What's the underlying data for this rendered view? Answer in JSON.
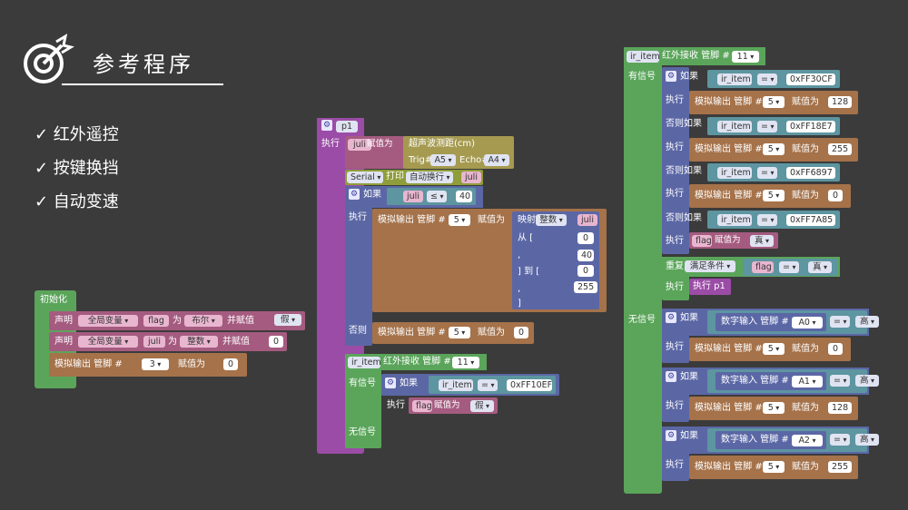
{
  "header": {
    "title": "参考程序"
  },
  "bullets": [
    "✓ 红外遥控",
    "✓ 按键换挡",
    "✓ 自动变速"
  ],
  "init": {
    "label": "初始化",
    "r1": {
      "declare": "声明",
      "scope": "全局变量",
      "var": "flag",
      "as": "为",
      "type": "布尔",
      "assign": "并赋值",
      "value": "假"
    },
    "r2": {
      "declare": "声明",
      "scope": "全局变量",
      "var": "juli",
      "as": "为",
      "type": "整数",
      "assign": "并赋值",
      "value": "0"
    },
    "r3": {
      "text": "模拟输出 管脚 #",
      "pin": "3",
      "assign": "赋值为",
      "value": "0"
    }
  },
  "p1": {
    "name": "p1",
    "exec": "执行",
    "var": "juli",
    "assign": "赋值为",
    "ultra": {
      "label": "超声波测距(cm)",
      "trig": "Trig#",
      "trig_pin": "A5",
      "echo": "Echo#",
      "echo_pin": "A4"
    },
    "serial": {
      "label": "Serial",
      "print": "打印",
      "mode": "自动换行",
      "var": "juli"
    },
    "if": {
      "label": "如果",
      "var": "juli",
      "op": "≤",
      "value": "40"
    },
    "then_out": {
      "text": "模拟输出 管脚 #",
      "pin": "5",
      "assign": "赋值为"
    },
    "map": {
      "label": "映射",
      "type": "整数",
      "var": "juli",
      "from": "从 [",
      "comma": ",",
      "to": "] 到 [",
      "end": "]",
      "v1": "0",
      "v2": "40",
      "v3": "0",
      "v4": "255"
    },
    "else": {
      "label": "否则",
      "text": "模拟输出 管脚 #",
      "pin": "5",
      "assign": "赋值为",
      "value": "0"
    },
    "ir": {
      "item": "ir_item",
      "text": "红外接收 管脚 #",
      "pin": "11",
      "has": "有信号",
      "none": "无信号",
      "if": "如果",
      "item2": "ir_item",
      "eq": "=",
      "code": "0xFF10EF",
      "exec": "执行",
      "flag": "flag",
      "assign": "赋值为",
      "value": "假"
    }
  },
  "big": {
    "item": "ir_item",
    "text": "红外接收 管脚 #",
    "pin": "11",
    "has": "有信号",
    "none": "无信号",
    "if": "如果",
    "exec": "执行",
    "elif": "否则如果",
    "eq": "=",
    "out": "模拟输出 管脚 #",
    "pin5": "5",
    "assign": "赋值为",
    "codes": [
      "0xFF30CF",
      "0xFF18E7",
      "0xFF6897",
      "0xFF7A85"
    ],
    "vals": [
      "128",
      "255",
      "0"
    ],
    "flag": "flag",
    "true": "真",
    "repeat": "重复",
    "cond": "满足条件",
    "run_p1": "执行 p1",
    "din": "数字输入 管脚 #",
    "dpins": [
      "A0",
      "A1",
      "A2"
    ],
    "high": "高",
    "dvals": [
      "0",
      "128",
      "255"
    ]
  },
  "colors": {
    "bg": "#3b3b3b",
    "green": "#5ba55b",
    "purple": "#9b4ca6",
    "brown": "#a5724a",
    "blue": "#5b67a5"
  }
}
